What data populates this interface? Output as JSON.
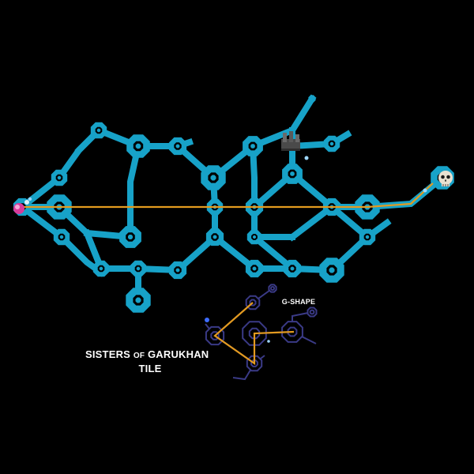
{
  "colors": {
    "background": "#000000",
    "corridor": "#17a2c8",
    "corridor_dark": "#0e6f8c",
    "route": "#e39a1f",
    "minimap_stroke": "#3a3a86",
    "minimap_fill": "#000000",
    "label": "#ffffff"
  },
  "caption": {
    "title_prefix": "SISTERS",
    "title_small": "OF",
    "title_suffix": "GARUKHAN",
    "title_line2": "TILE"
  },
  "minimap": {
    "label": "G-SHAPE"
  },
  "icons": {
    "start_portal": "pink-portal-icon",
    "boss": "skull-icon",
    "ruins": "ruins-icon",
    "waypoint": "waypoint-marker-icon"
  }
}
